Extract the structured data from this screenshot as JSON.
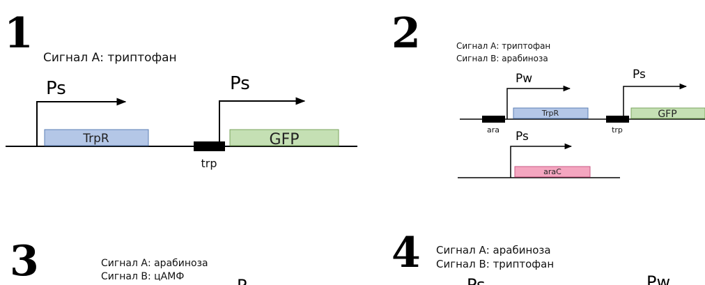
{
  "panel1": {
    "number": "1",
    "signal_a": "Сигнал А: триптофан",
    "promoter_1": "Ps",
    "promoter_2": "Ps",
    "gene_1": "TrpR",
    "gene_2": "GFP",
    "operator": "trp",
    "colors": {
      "gene_1": "#b4c7e7",
      "gene_2": "#c5e0b4"
    }
  },
  "panel2": {
    "number": "2",
    "signal_a": "Сигнал А: триптофан",
    "signal_b": "Сигнал В: арабиноза",
    "promoter_1": "Pw",
    "promoter_2": "Ps",
    "promoter_3": "Ps",
    "gene_1": "TrpR",
    "gene_2": "GFP",
    "gene_3": "araC",
    "operator_1": "ara",
    "operator_2": "trp",
    "colors": {
      "gene_1": "#b4c7e7",
      "gene_2": "#c5e0b4",
      "gene_3": "#f4a6c0"
    }
  },
  "panel3": {
    "number": "3",
    "signal_a": "Сигнал А: арабиноза",
    "signal_b": "Сигнал В: цАМФ",
    "promoter_partial": "P"
  },
  "panel4": {
    "number": "4",
    "signal_a": "Сигнал А: арабиноза",
    "signal_b": "Сигнал В: триптофан",
    "promoter_1": "Ps",
    "promoter_2": "Pw"
  }
}
